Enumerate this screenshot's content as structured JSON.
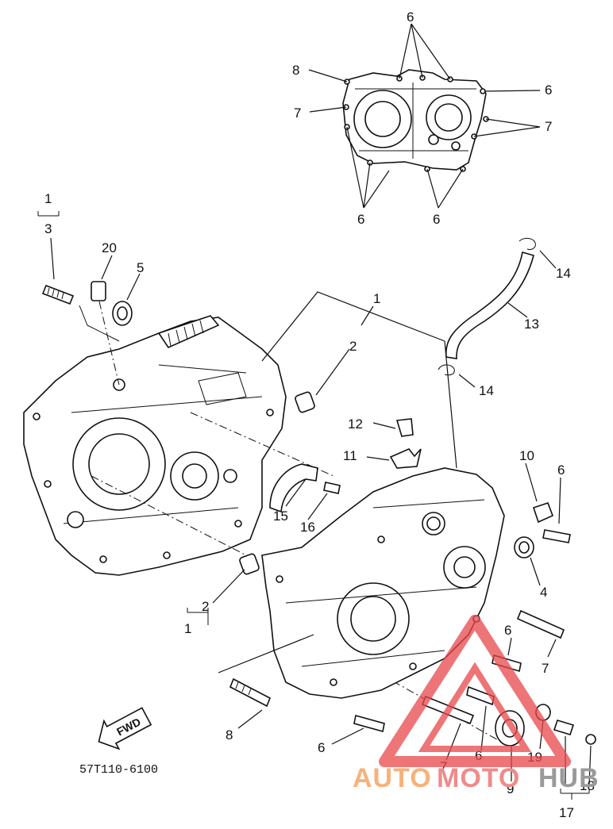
{
  "diagram": {
    "code": "57T110-6100",
    "fwd_label": "FWD",
    "callouts": {
      "top_6a": "6",
      "top_8": "8",
      "top_6b": "6",
      "top_7a": "7",
      "top_7b": "7",
      "top_6c": "6",
      "top_6d": "6",
      "l_1": "1",
      "l_3": "3",
      "l_20": "20",
      "l_5": "5",
      "m_1": "1",
      "m_2": "2",
      "m_14a": "14",
      "m_13": "13",
      "m_14b": "14",
      "m_12": "12",
      "m_11": "11",
      "m_10": "10",
      "m_6": "6",
      "m_15": "15",
      "m_16": "16",
      "m_4": "4",
      "b_2": "2",
      "b_1": "1",
      "b_6a": "6",
      "b_7a": "7",
      "b_8": "8",
      "b_6b": "6",
      "b_7b": "7",
      "b_6c": "6",
      "b_19": "19",
      "b_9": "9",
      "b_18": "18",
      "b_17": "17"
    }
  },
  "watermark": {
    "part1": "AUTO",
    "part2": "MOTO",
    "part3": "HUB",
    "color_auto": "#f6b27a",
    "color_moto": "#ef8b8b",
    "color_hub": "#9a9a9a",
    "logo_color": "#e8484a"
  }
}
